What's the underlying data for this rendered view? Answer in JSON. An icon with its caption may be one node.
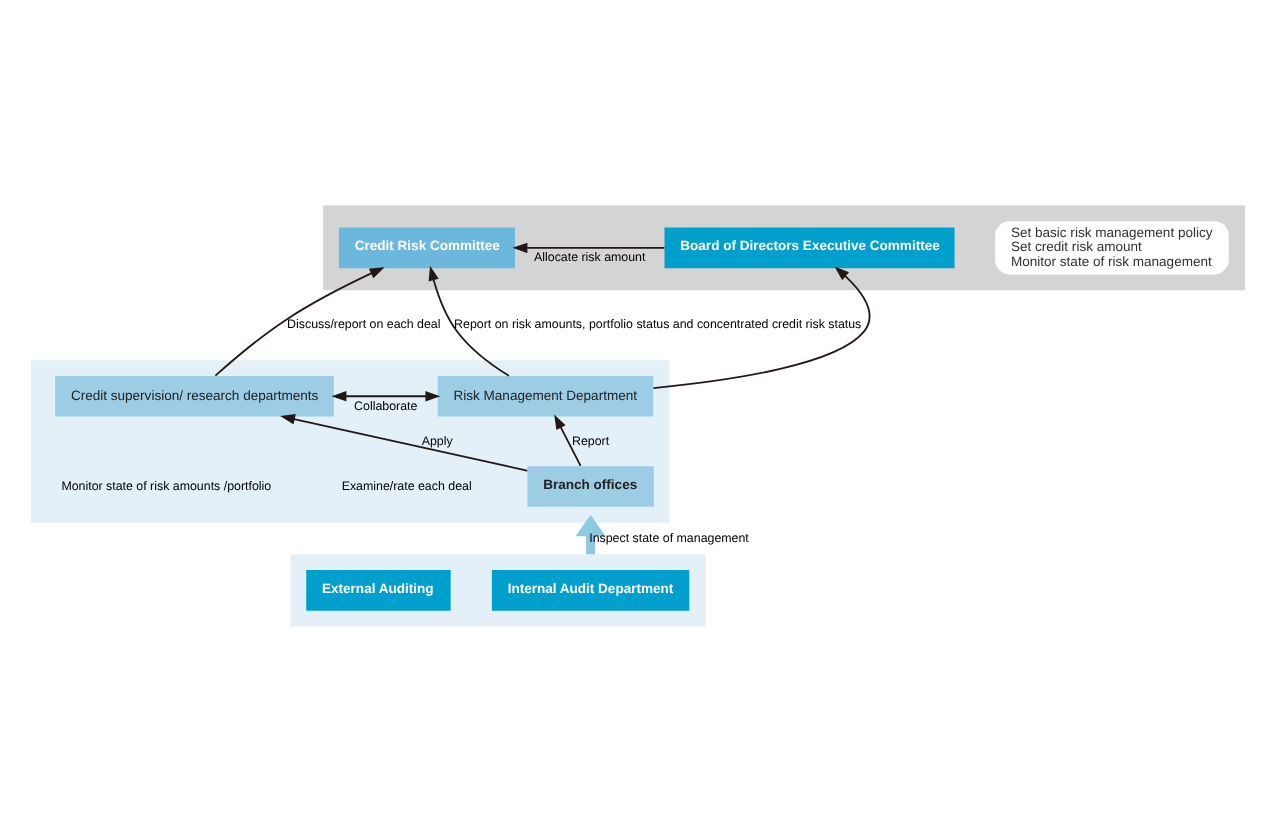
{
  "diagram": {
    "nodes": [
      {
        "text": [],
        "shape": "box"
      },
      {
        "text": [
          "Set basic risk management policy",
          "Set credit risk amount",
          "Monitor state of risk management"
        ],
        "in": 0
      },
      {
        "text": [
          "Board of Directors Executive Committee"
        ],
        "in": 0
      },
      {
        "text": [
          "Credit Risk Committee"
        ],
        "in": 0
      },
      {
        "text": [],
        "shape": "box"
      },
      {
        "text": [
          "Credit supervision/ research departments"
        ],
        "in": 4
      },
      {
        "text": [
          "Risk Management Department"
        ],
        "in": 4
      },
      {
        "text": [
          "Branch offices"
        ],
        "in": 4
      },
      {
        "text": [],
        "shape": "box"
      },
      {
        "text": [
          "Internal Audit Department"
        ],
        "in": 8
      },
      {
        "text": [
          "External Auditing"
        ],
        "in": 8
      }
    ],
    "edges": [
      {
        "from": 2,
        "to": 3,
        "arrow": "to",
        "label": "Allocate risk amount"
      },
      {
        "from": 5,
        "to": 3,
        "arrow": "to",
        "label": "Discuss/report on each deal"
      },
      {
        "from": 6,
        "to": 3,
        "arrow": "to",
        "label": "Report on risk amounts, portfolio status and concentrated credit risk status"
      },
      {
        "from": 6,
        "to": 2,
        "arrow": "to"
      },
      {
        "from": 5,
        "to": 6,
        "arrow": "both",
        "label": "Collaborate"
      },
      {
        "from": 7,
        "to": 5,
        "arrow": "to",
        "label": "Apply"
      },
      {
        "from": 7,
        "to": 6,
        "arrow": "to",
        "label": "Report"
      },
      {
        "from": 8,
        "to": 4,
        "arrow": "to",
        "label": "Inspect state of management",
        "style": "thick",
        "color": "#8fc8e3"
      }
    ],
    "labels": [
      "Examine/rate each deal",
      "Monitor state of risk amounts /portfolio"
    ]
  }
}
